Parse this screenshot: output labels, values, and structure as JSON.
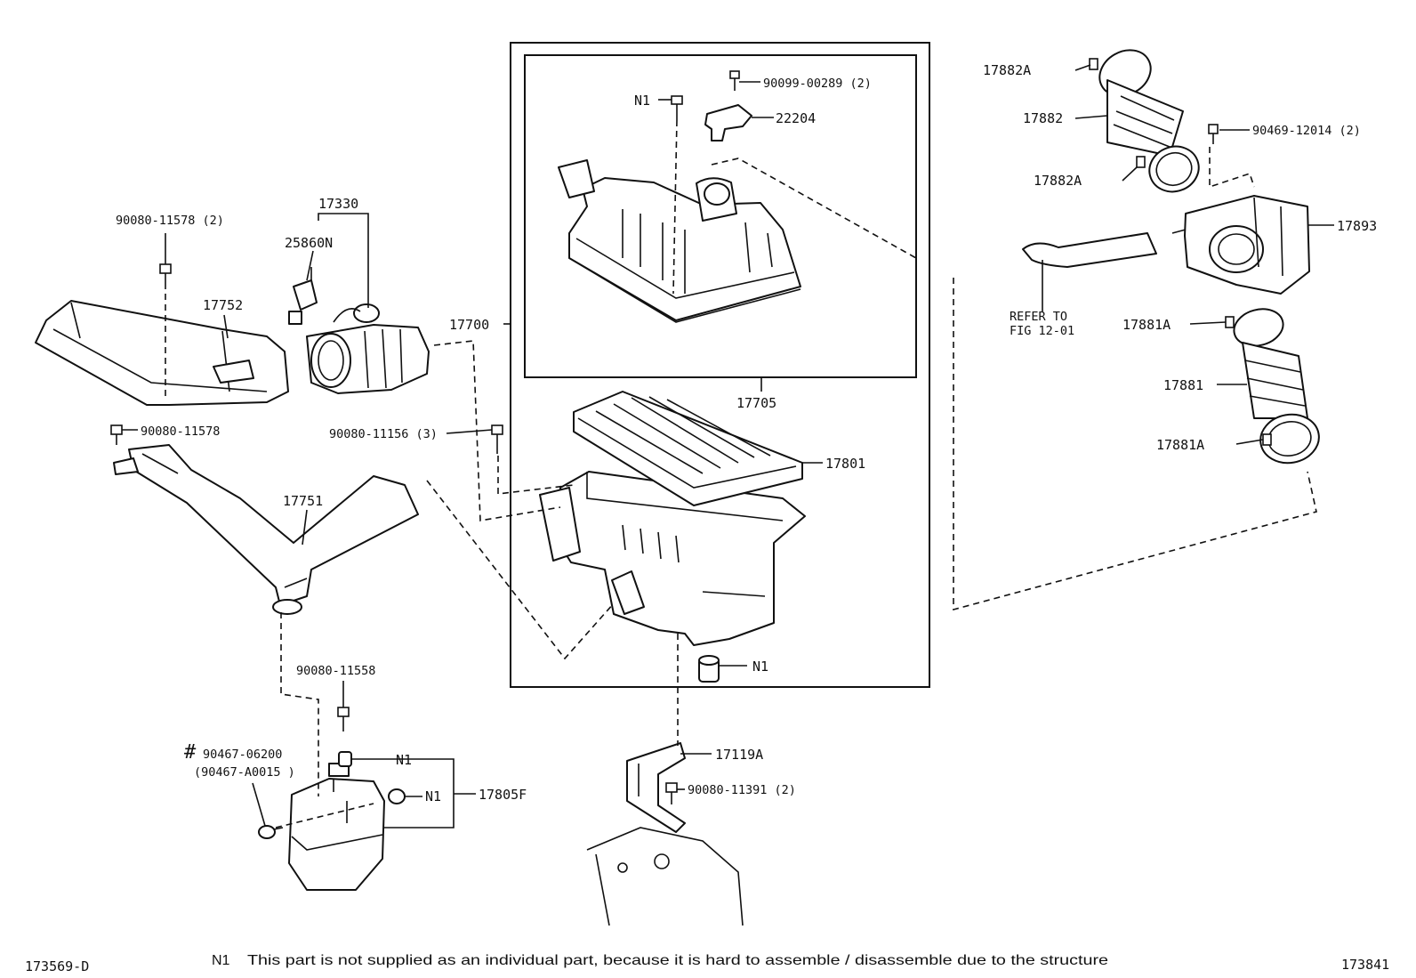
{
  "labels": {
    "p17882A_top": "17882A",
    "p17882": "17882",
    "p17882A_bot": "17882A",
    "p90469": "90469-12014 (2)",
    "p17893": "17893",
    "refer_line1": "REFER TO",
    "refer_line2": "FIG 12-01",
    "p17881A_top": "17881A",
    "p17881": "17881",
    "p17881A_bot": "17881A",
    "p90099": "90099-00289 (2)",
    "p22204": "22204",
    "pN1_top": "N1",
    "p17700": "17700",
    "p17705": "17705",
    "p17801": "17801",
    "p90080_11156": "90080-11156 (3)",
    "pN1_mid": "N1",
    "p17119A": "17119A",
    "p90080_11391": "90080-11391 (2)",
    "p90080_11578_2": "90080-11578 (2)",
    "p17330": "17330",
    "p25860N": "25860N",
    "p17752": "17752",
    "p90080_11578": "90080-11578",
    "p17751": "17751",
    "p90080_11558": "90080-11558",
    "hash": "#",
    "p90467_06200": "90467-06200",
    "p90467_A0015": "(90467-A0015 )",
    "pN1_a": "N1",
    "pN1_b": "N1",
    "p17805F": "17805F"
  },
  "footer": {
    "left_code": "173569-D",
    "note_key": "N1",
    "note_text": "This part is not supplied as an individual part, because it is hard to assemble / disassemble due to the structure",
    "right_code": "173841"
  }
}
